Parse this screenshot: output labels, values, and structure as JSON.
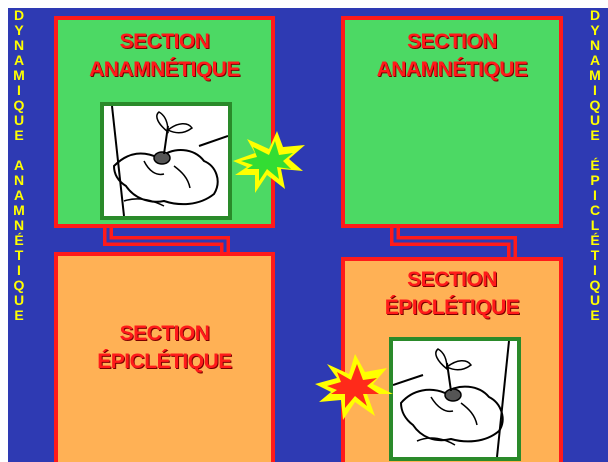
{
  "left_vertical_text": {
    "word1": [
      "D",
      "Y",
      "N",
      "A",
      "M",
      "I",
      "Q",
      "U",
      "E"
    ],
    "word2": [
      "A",
      "N",
      "A",
      "M",
      "N",
      "É",
      "T",
      "I",
      "Q",
      "U",
      "E"
    ]
  },
  "right_vertical_text": {
    "word1": [
      "D",
      "Y",
      "N",
      "A",
      "M",
      "I",
      "Q",
      "U",
      "E"
    ],
    "word2": [
      "É",
      "P",
      "I",
      "C",
      "L",
      "É",
      "T",
      "I",
      "Q",
      "U",
      "E"
    ]
  },
  "panels": {
    "top_left": {
      "line1": "SECTION",
      "line2": "ANAMNÉTIQUE"
    },
    "top_right": {
      "line1": "SECTION",
      "line2": "ANAMNÉTIQUE"
    },
    "bottom_left": {
      "line1": "SECTION",
      "line2": "ÉPICLÉTIQUE"
    },
    "bottom_right": {
      "line1": "SECTION",
      "line2": "ÉPICLÉTIQUE"
    }
  },
  "colors": {
    "background": "#2e3ab3",
    "border": "#ff1a1a",
    "anamnetic_panel": "#4cd964",
    "epicletic_panel": "#ffb155",
    "vertical_letters": "#ffff00",
    "title_text": "#ff1a1a"
  },
  "icons": {
    "hands_illustration": "hands-holding-seedling-icon",
    "lightning_green": "green-yellow-lightning-bolt-icon",
    "lightning_red": "red-yellow-lightning-bolt-icon"
  }
}
